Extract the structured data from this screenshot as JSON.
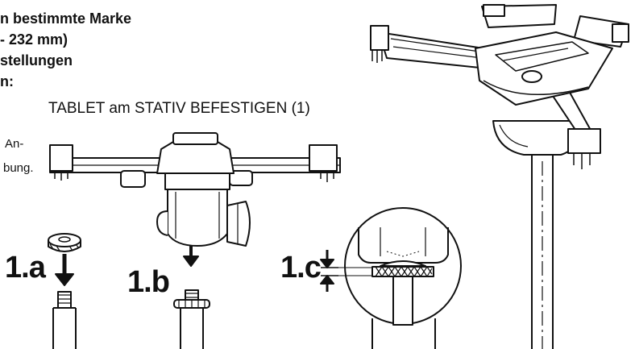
{
  "text": {
    "line1": "n bestimmte Marke",
    "line2": "- 232 mm)",
    "line3": "stellungen",
    "line4": "n:",
    "heading": "TABLET am STATIV BEFESTIGEN (1)",
    "note1": "An-",
    "note2": "bung."
  },
  "steps": {
    "a": "1.a",
    "b": "1.b",
    "c": "1.c"
  },
  "colors": {
    "ink": "#111111",
    "paper": "#ffffff"
  }
}
